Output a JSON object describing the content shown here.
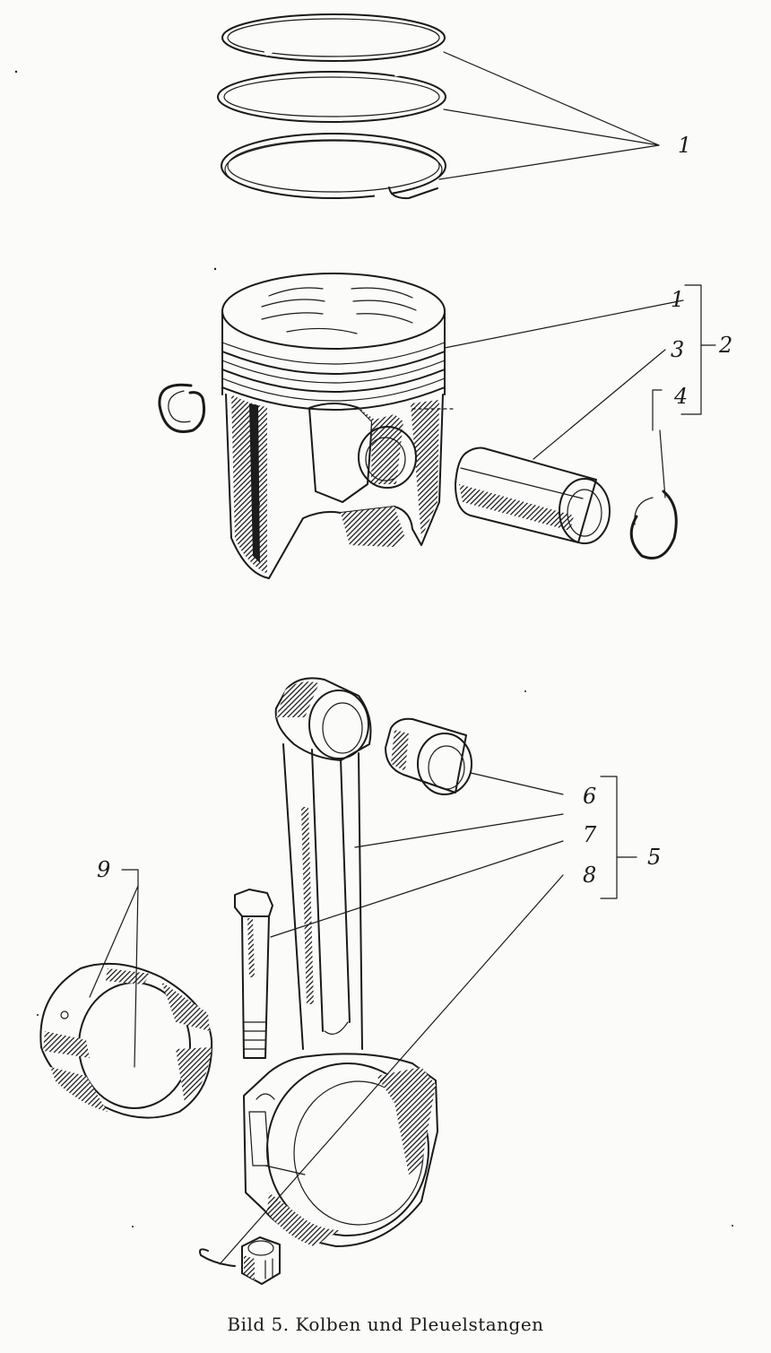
{
  "caption": "Bild 5. Kolben und Pleuelstangen",
  "callouts": [
    {
      "id": "1a",
      "text": "1"
    },
    {
      "id": "1b",
      "text": "1"
    },
    {
      "id": "2",
      "text": "2"
    },
    {
      "id": "3",
      "text": "3"
    },
    {
      "id": "4",
      "text": "4"
    },
    {
      "id": "5",
      "text": "5"
    },
    {
      "id": "6",
      "text": "6"
    },
    {
      "id": "7",
      "text": "7"
    },
    {
      "id": "8",
      "text": "8"
    },
    {
      "id": "9",
      "text": "9"
    }
  ],
  "colors": {
    "ink": "#1a1a1a",
    "paper": "#fbfbf9"
  }
}
